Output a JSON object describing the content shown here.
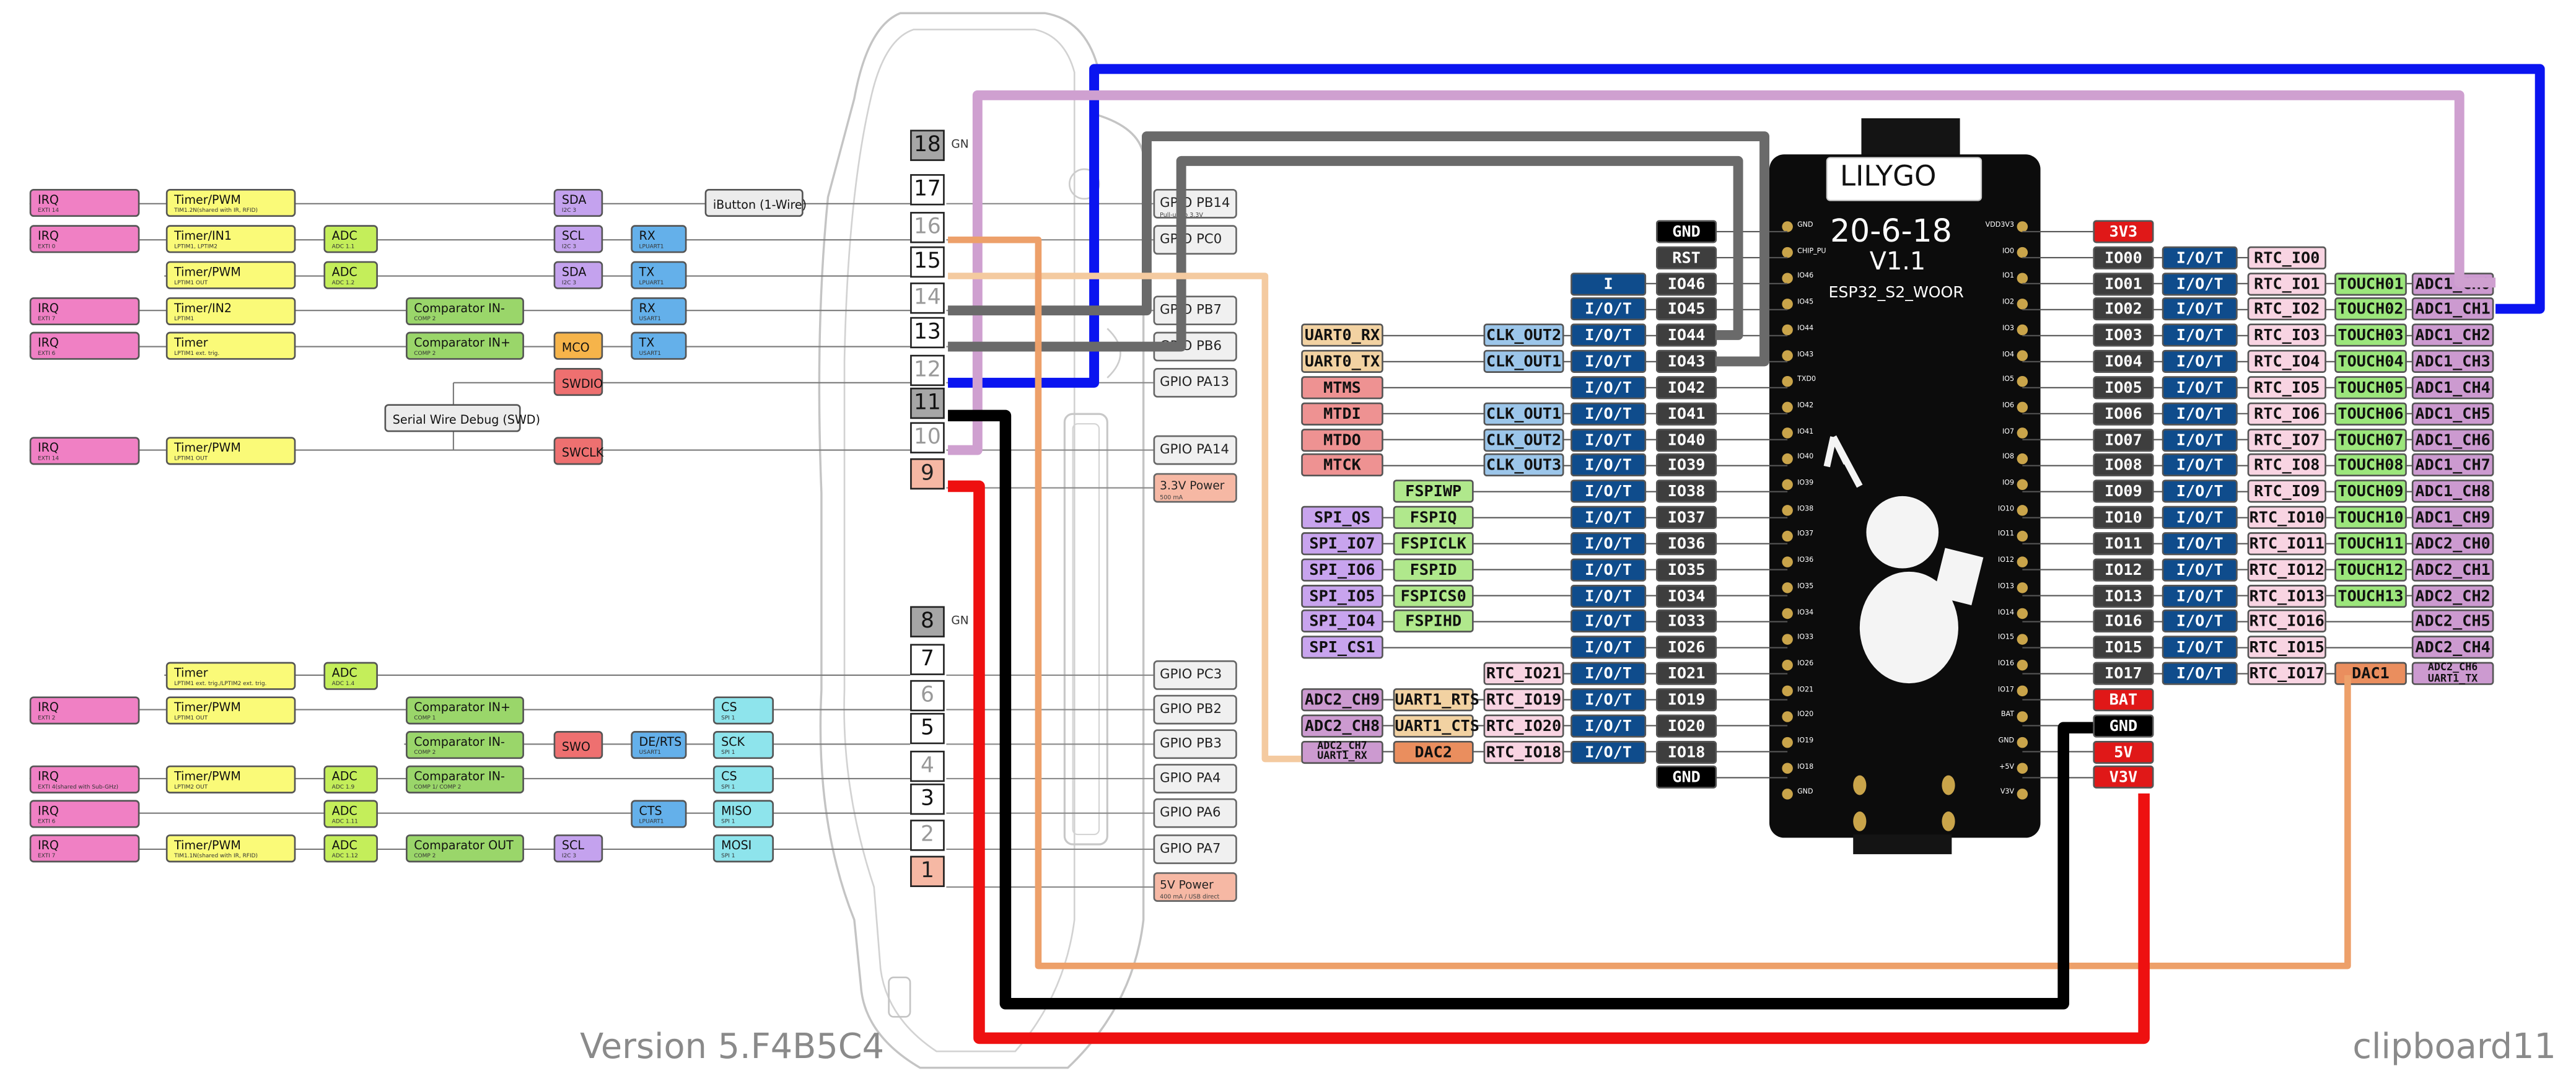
{
  "footer": {
    "version": "Version 5.F4B5C4",
    "clipboard": "clipboard11"
  },
  "flipper": {
    "pins": [
      {
        "num": "18",
        "kind": "gnd",
        "suffix": "GN"
      },
      {
        "num": "17",
        "kind": "normal"
      },
      {
        "num": "16",
        "kind": "dim"
      },
      {
        "num": "15",
        "kind": "normal"
      },
      {
        "num": "14",
        "kind": "dim"
      },
      {
        "num": "13",
        "kind": "normal"
      },
      {
        "num": "12",
        "kind": "dim"
      },
      {
        "num": "11",
        "kind": "gnd"
      },
      {
        "num": "10",
        "kind": "dim"
      },
      {
        "num": "9",
        "kind": "pw"
      },
      {
        "num": "8",
        "kind": "gnd",
        "suffix": "GN"
      },
      {
        "num": "7",
        "kind": "normal"
      },
      {
        "num": "6",
        "kind": "dim"
      },
      {
        "num": "5",
        "kind": "normal"
      },
      {
        "num": "4",
        "kind": "dim"
      },
      {
        "num": "3",
        "kind": "normal"
      },
      {
        "num": "2",
        "kind": "dim"
      },
      {
        "num": "1",
        "kind": "pw"
      }
    ],
    "gpio_labels": [
      {
        "text": "GPIO PB14",
        "sub": "Pull-up to 3.3V"
      },
      {
        "text": "GPIO PC0",
        "sub": ""
      },
      {
        "text": "GPIO PB7",
        "sub": ""
      },
      {
        "text": "GPIO PB6",
        "sub": ""
      },
      {
        "text": "GPIO PA13",
        "sub": ""
      },
      {
        "text": "GPIO PA14",
        "sub": ""
      },
      {
        "text": "3.3V Power",
        "sub": "500 mA",
        "power": true
      },
      {
        "text": "GPIO PC3",
        "sub": ""
      },
      {
        "text": "GPIO PB2",
        "sub": ""
      },
      {
        "text": "GPIO PB3",
        "sub": ""
      },
      {
        "text": "GPIO PA4",
        "sub": ""
      },
      {
        "text": "GPIO PA6",
        "sub": ""
      },
      {
        "text": "GPIO PA7",
        "sub": ""
      },
      {
        "text": "5V Power",
        "sub": "400 mA / USB direct",
        "power": true
      }
    ],
    "function_labels": [
      {
        "cls": "irq",
        "text": "IRQ",
        "sub": "EXTI 14"
      },
      {
        "cls": "tim",
        "text": "Timer/PWM",
        "sub": "TIM1.2N(shared with IR, RFID)"
      },
      {
        "cls": "i2c",
        "text": "SDA",
        "sub": "I2C 3"
      },
      {
        "cls": "gry",
        "text": "iButton (1-Wire)",
        "sub": ""
      },
      {
        "cls": "irq",
        "text": "IRQ",
        "sub": "EXTI 0"
      },
      {
        "cls": "tim",
        "text": "Timer/IN1",
        "sub": "LPTIM1, LPTIM2"
      },
      {
        "cls": "adc",
        "text": "ADC",
        "sub": "ADC 1.1"
      },
      {
        "cls": "i2c",
        "text": "SCL",
        "sub": "I2C 3"
      },
      {
        "cls": "uart",
        "text": "RX",
        "sub": "LPUART1"
      },
      {
        "cls": "tim",
        "text": "Timer/PWM",
        "sub": "LPTIM1 OUT"
      },
      {
        "cls": "adc",
        "text": "ADC",
        "sub": "ADC 1.2"
      },
      {
        "cls": "i2c",
        "text": "SDA",
        "sub": "I2C 3"
      },
      {
        "cls": "uart",
        "text": "TX",
        "sub": "LPUART1"
      },
      {
        "cls": "irq",
        "text": "IRQ",
        "sub": "EXTI 7"
      },
      {
        "cls": "tim",
        "text": "Timer/IN2",
        "sub": "LPTIM1"
      },
      {
        "cls": "cmp",
        "text": "Comparator IN-",
        "sub": "COMP 2"
      },
      {
        "cls": "uart",
        "text": "RX",
        "sub": "USART1"
      },
      {
        "cls": "irq",
        "text": "IRQ",
        "sub": "EXTI 6"
      },
      {
        "cls": "tim",
        "text": "Timer",
        "sub": "LPTIM1 ext. trig."
      },
      {
        "cls": "cmp",
        "text": "Comparator IN+",
        "sub": "COMP 2"
      },
      {
        "cls": "mco",
        "text": "MCO",
        "sub": ""
      },
      {
        "cls": "uart",
        "text": "TX",
        "sub": "USART1"
      },
      {
        "cls": "swd",
        "text": "SWDIO",
        "sub": ""
      },
      {
        "cls": "gry",
        "text": "Serial Wire Debug (SWD)",
        "sub": ""
      },
      {
        "cls": "irq",
        "text": "IRQ",
        "sub": "EXTI 14"
      },
      {
        "cls": "tim",
        "text": "Timer/PWM",
        "sub": "LPTIM1 OUT"
      },
      {
        "cls": "swd",
        "text": "SWCLK",
        "sub": ""
      },
      {
        "cls": "tim",
        "text": "Timer",
        "sub": "LPTIM1 ext. trig./LPTIM2 ext. trig."
      },
      {
        "cls": "adc",
        "text": "ADC",
        "sub": "ADC 1.4"
      },
      {
        "cls": "irq",
        "text": "IRQ",
        "sub": "EXTI 2"
      },
      {
        "cls": "tim",
        "text": "Timer/PWM",
        "sub": "LPTIM1 OUT"
      },
      {
        "cls": "cmp",
        "text": "Comparator IN+",
        "sub": "COMP 1"
      },
      {
        "cls": "spi",
        "text": "CS",
        "sub": "SPI 1"
      },
      {
        "cls": "cmp",
        "text": "Comparator IN-",
        "sub": "COMP 2"
      },
      {
        "cls": "swd",
        "text": "SWO",
        "sub": ""
      },
      {
        "cls": "uart",
        "text": "DE/RTS",
        "sub": "USART1"
      },
      {
        "cls": "spi",
        "text": "SCK",
        "sub": "SPI 1"
      },
      {
        "cls": "irq",
        "text": "IRQ",
        "sub": "EXTI 4(shared with Sub-GHz)"
      },
      {
        "cls": "tim",
        "text": "Timer/PWM",
        "sub": "LPTIM2 OUT"
      },
      {
        "cls": "adc",
        "text": "ADC",
        "sub": "ADC 1.9"
      },
      {
        "cls": "cmp",
        "text": "Comparator IN-",
        "sub": "COMP 1/ COMP 2"
      },
      {
        "cls": "spi",
        "text": "CS",
        "sub": "SPI 1"
      },
      {
        "cls": "irq",
        "text": "IRQ",
        "sub": "EXTI 6"
      },
      {
        "cls": "adc",
        "text": "ADC",
        "sub": "ADC 1.11"
      },
      {
        "cls": "uart",
        "text": "CTS",
        "sub": "LPUART1"
      },
      {
        "cls": "spi",
        "text": "MISO",
        "sub": "SPI 1"
      },
      {
        "cls": "irq",
        "text": "IRQ",
        "sub": "EXTI 7"
      },
      {
        "cls": "tim",
        "text": "Timer/PWM",
        "sub": "TIM1.1N(shared with IR, RFID)"
      },
      {
        "cls": "adc",
        "text": "ADC",
        "sub": "ADC 1.12"
      },
      {
        "cls": "cmp",
        "text": "Comparator OUT",
        "sub": "COMP 2"
      },
      {
        "cls": "i2c",
        "text": "SCL",
        "sub": "I2C 3"
      },
      {
        "cls": "spi",
        "text": "MOSI",
        "sub": "SPI 1"
      }
    ]
  },
  "board": {
    "brand": "LILYGO",
    "title": "20-6-18",
    "version": "V1.1",
    "model": "ESP32_S2_WOOR",
    "left_silk": [
      "GND",
      "CHIP_PU",
      "IO46",
      "IO45",
      "IO44",
      "IO43",
      "TXD0",
      "IO42",
      "IO41",
      "IO40",
      "IO39",
      "IO38",
      "IO37",
      "IO36",
      "IO35",
      "IO34",
      "IO33",
      "IO26",
      "IO21",
      "IO20",
      "IO19",
      "IO18",
      "GND"
    ],
    "right_silk": [
      "VDD3V3",
      "IO0",
      "IO1",
      "IO2",
      "IO3",
      "IO4",
      "IO5",
      "IO6",
      "IO7",
      "IO8",
      "IO9",
      "IO10",
      "IO11",
      "IO12",
      "IO13",
      "IO14",
      "IO15",
      "IO16",
      "IO17",
      "BAT",
      "GND",
      "+5V",
      "V3V"
    ]
  },
  "esp_left": [
    {
      "pin": "GND",
      "pcls": "gnd"
    },
    {
      "pin": "RST",
      "pcls": "rst"
    },
    {
      "pin": "IO46",
      "pcls": "io",
      "tags": [
        {
          "t": "I",
          "c": "iot"
        }
      ]
    },
    {
      "pin": "IO45",
      "pcls": "io",
      "tags": [
        {
          "t": "I/O/T",
          "c": "iot"
        }
      ]
    },
    {
      "pin": "IO44",
      "pcls": "io",
      "tags": [
        {
          "t": "I/O/T",
          "c": "iot"
        },
        {
          "t": "CLK_OUT2",
          "c": "clk"
        },
        {
          "t": "UART0_RX",
          "c": "uart0"
        }
      ]
    },
    {
      "pin": "IO43",
      "pcls": "io",
      "tags": [
        {
          "t": "I/O/T",
          "c": "iot"
        },
        {
          "t": "CLK_OUT1",
          "c": "clk"
        },
        {
          "t": "UART0_TX",
          "c": "uart0"
        }
      ]
    },
    {
      "pin": "IO42",
      "pcls": "io",
      "tags": [
        {
          "t": "I/O/T",
          "c": "iot"
        },
        {
          "t": "MTMS",
          "c": "mt"
        }
      ]
    },
    {
      "pin": "IO41",
      "pcls": "io",
      "tags": [
        {
          "t": "I/O/T",
          "c": "iot"
        },
        {
          "t": "CLK_OUT1",
          "c": "clk"
        },
        {
          "t": "MTDI",
          "c": "mt"
        }
      ]
    },
    {
      "pin": "IO40",
      "pcls": "io",
      "tags": [
        {
          "t": "I/O/T",
          "c": "iot"
        },
        {
          "t": "CLK_OUT2",
          "c": "clk"
        },
        {
          "t": "MTDO",
          "c": "mt"
        }
      ]
    },
    {
      "pin": "IO39",
      "pcls": "io",
      "tags": [
        {
          "t": "I/O/T",
          "c": "iot"
        },
        {
          "t": "CLK_OUT3",
          "c": "clk"
        },
        {
          "t": "MTCK",
          "c": "mt"
        }
      ]
    },
    {
      "pin": "IO38",
      "pcls": "io",
      "tags": [
        {
          "t": "I/O/T",
          "c": "iot"
        },
        {
          "t": "FSPIWP",
          "c": "fsp"
        }
      ]
    },
    {
      "pin": "IO37",
      "pcls": "io",
      "tags": [
        {
          "t": "I/O/T",
          "c": "iot"
        },
        {
          "t": "FSPIQ",
          "c": "fsp"
        },
        {
          "t": "SPI_QS",
          "c": "spi"
        }
      ]
    },
    {
      "pin": "IO36",
      "pcls": "io",
      "tags": [
        {
          "t": "I/O/T",
          "c": "iot"
        },
        {
          "t": "FSPICLK",
          "c": "fsp"
        },
        {
          "t": "SPI_IO7",
          "c": "spi"
        }
      ]
    },
    {
      "pin": "IO35",
      "pcls": "io",
      "tags": [
        {
          "t": "I/O/T",
          "c": "iot"
        },
        {
          "t": "FSPID",
          "c": "fsp"
        },
        {
          "t": "SPI_IO6",
          "c": "spi"
        }
      ]
    },
    {
      "pin": "IO34",
      "pcls": "io",
      "tags": [
        {
          "t": "I/O/T",
          "c": "iot"
        },
        {
          "t": "FSPICS0",
          "c": "fsp"
        },
        {
          "t": "SPI_IO5",
          "c": "spi"
        }
      ]
    },
    {
      "pin": "IO33",
      "pcls": "io",
      "tags": [
        {
          "t": "I/O/T",
          "c": "iot"
        },
        {
          "t": "FSPIHD",
          "c": "fsp"
        },
        {
          "t": "SPI_IO4",
          "c": "spi"
        }
      ]
    },
    {
      "pin": "IO26",
      "pcls": "io",
      "tags": [
        {
          "t": "I/O/T",
          "c": "iot"
        },
        {
          "t": "SPI_CS1",
          "c": "spi"
        }
      ]
    },
    {
      "pin": "IO21",
      "pcls": "io",
      "tags": [
        {
          "t": "I/O/T",
          "c": "iot"
        },
        {
          "t": "RTC_IO21",
          "c": "rtc"
        }
      ]
    },
    {
      "pin": "IO19",
      "pcls": "io",
      "tags": [
        {
          "t": "I/O/T",
          "c": "iot"
        },
        {
          "t": "RTC_IO19",
          "c": "rtc"
        },
        {
          "t": "UART1_RTS",
          "c": "uart1"
        },
        {
          "t": "ADC2_CH9",
          "c": "adc1"
        }
      ]
    },
    {
      "pin": "IO20",
      "pcls": "io",
      "tags": [
        {
          "t": "I/O/T",
          "c": "iot"
        },
        {
          "t": "RTC_IO20",
          "c": "rtc"
        },
        {
          "t": "UART1_CTS",
          "c": "uart1"
        },
        {
          "t": "ADC2_CH8",
          "c": "adc1"
        }
      ]
    },
    {
      "pin": "IO18",
      "pcls": "io",
      "tags": [
        {
          "t": "I/O/T",
          "c": "iot"
        },
        {
          "t": "RTC_IO18",
          "c": "rtc"
        },
        {
          "t": "DAC2",
          "c": "dac"
        },
        {
          "t": "ADC2_CH7",
          "t2": "UART1_RX",
          "c": "adc2s"
        }
      ]
    },
    {
      "pin": "GND",
      "pcls": "gnd"
    }
  ],
  "esp_right": [
    {
      "pin": "3V3",
      "pcls": "v33"
    },
    {
      "pin": "IO00",
      "pcls": "io",
      "tags": [
        {
          "t": "I/O/T",
          "c": "iot"
        },
        {
          "t": "RTC_IO0",
          "c": "rtc"
        }
      ]
    },
    {
      "pin": "IO01",
      "pcls": "io",
      "tags": [
        {
          "t": "I/O/T",
          "c": "iot"
        },
        {
          "t": "RTC_IO1",
          "c": "rtc"
        },
        {
          "t": "TOUCH01",
          "c": "tch"
        },
        {
          "t": "ADC1_CH0",
          "c": "adc1"
        }
      ]
    },
    {
      "pin": "IO02",
      "pcls": "io",
      "tags": [
        {
          "t": "I/O/T",
          "c": "iot"
        },
        {
          "t": "RTC_IO2",
          "c": "rtc"
        },
        {
          "t": "TOUCH02",
          "c": "tch"
        },
        {
          "t": "ADC1_CH1",
          "c": "adc1"
        }
      ]
    },
    {
      "pin": "IO03",
      "pcls": "io",
      "tags": [
        {
          "t": "I/O/T",
          "c": "iot"
        },
        {
          "t": "RTC_IO3",
          "c": "rtc"
        },
        {
          "t": "TOUCH03",
          "c": "tch"
        },
        {
          "t": "ADC1_CH2",
          "c": "adc1"
        }
      ]
    },
    {
      "pin": "IO04",
      "pcls": "io",
      "tags": [
        {
          "t": "I/O/T",
          "c": "iot"
        },
        {
          "t": "RTC_IO4",
          "c": "rtc"
        },
        {
          "t": "TOUCH04",
          "c": "tch"
        },
        {
          "t": "ADC1_CH3",
          "c": "adc1"
        }
      ]
    },
    {
      "pin": "IO05",
      "pcls": "io",
      "tags": [
        {
          "t": "I/O/T",
          "c": "iot"
        },
        {
          "t": "RTC_IO5",
          "c": "rtc"
        },
        {
          "t": "TOUCH05",
          "c": "tch"
        },
        {
          "t": "ADC1_CH4",
          "c": "adc1"
        }
      ]
    },
    {
      "pin": "IO06",
      "pcls": "io",
      "tags": [
        {
          "t": "I/O/T",
          "c": "iot"
        },
        {
          "t": "RTC_IO6",
          "c": "rtc"
        },
        {
          "t": "TOUCH06",
          "c": "tch"
        },
        {
          "t": "ADC1_CH5",
          "c": "adc1"
        }
      ]
    },
    {
      "pin": "IO07",
      "pcls": "io",
      "tags": [
        {
          "t": "I/O/T",
          "c": "iot"
        },
        {
          "t": "RTC_IO7",
          "c": "rtc"
        },
        {
          "t": "TOUCH07",
          "c": "tch"
        },
        {
          "t": "ADC1_CH6",
          "c": "adc1"
        }
      ]
    },
    {
      "pin": "IO08",
      "pcls": "io",
      "tags": [
        {
          "t": "I/O/T",
          "c": "iot"
        },
        {
          "t": "RTC_IO8",
          "c": "rtc"
        },
        {
          "t": "TOUCH08",
          "c": "tch"
        },
        {
          "t": "ADC1_CH7",
          "c": "adc1"
        }
      ]
    },
    {
      "pin": "IO09",
      "pcls": "io",
      "tags": [
        {
          "t": "I/O/T",
          "c": "iot"
        },
        {
          "t": "RTC_IO9",
          "c": "rtc"
        },
        {
          "t": "TOUCH09",
          "c": "tch"
        },
        {
          "t": "ADC1_CH8",
          "c": "adc1"
        }
      ]
    },
    {
      "pin": "IO10",
      "pcls": "io",
      "tags": [
        {
          "t": "I/O/T",
          "c": "iot"
        },
        {
          "t": "RTC_IO10",
          "c": "rtc"
        },
        {
          "t": "TOUCH10",
          "c": "tch"
        },
        {
          "t": "ADC1_CH9",
          "c": "adc1"
        }
      ]
    },
    {
      "pin": "IO11",
      "pcls": "io",
      "tags": [
        {
          "t": "I/O/T",
          "c": "iot"
        },
        {
          "t": "RTC_IO11",
          "c": "rtc"
        },
        {
          "t": "TOUCH11",
          "c": "tch"
        },
        {
          "t": "ADC2_CH0",
          "c": "adc1"
        }
      ]
    },
    {
      "pin": "IO12",
      "pcls": "io",
      "tags": [
        {
          "t": "I/O/T",
          "c": "iot"
        },
        {
          "t": "RTC_IO12",
          "c": "rtc"
        },
        {
          "t": "TOUCH12",
          "c": "tch"
        },
        {
          "t": "ADC2_CH1",
          "c": "adc1"
        }
      ]
    },
    {
      "pin": "IO13",
      "pcls": "io",
      "tags": [
        {
          "t": "I/O/T",
          "c": "iot"
        },
        {
          "t": "RTC_IO13",
          "c": "rtc"
        },
        {
          "t": "TOUCH13",
          "c": "tch"
        },
        {
          "t": "ADC2_CH2",
          "c": "adc1"
        }
      ]
    },
    {
      "pin": "IO16",
      "pcls": "io",
      "tags": [
        {
          "t": "I/O/T",
          "c": "iot"
        },
        {
          "t": "RTC_IO16",
          "c": "rtc"
        },
        {
          "t": "",
          "c": "none"
        },
        {
          "t": "ADC2_CH5",
          "c": "adc1"
        }
      ]
    },
    {
      "pin": "IO15",
      "pcls": "io",
      "tags": [
        {
          "t": "I/O/T",
          "c": "iot"
        },
        {
          "t": "RTC_IO15",
          "c": "rtc"
        },
        {
          "t": "",
          "c": "none"
        },
        {
          "t": "ADC2_CH4",
          "c": "adc1"
        }
      ]
    },
    {
      "pin": "IO17",
      "pcls": "io",
      "tags": [
        {
          "t": "I/O/T",
          "c": "iot"
        },
        {
          "t": "RTC_IO17",
          "c": "rtc"
        },
        {
          "t": "DAC1",
          "c": "dac"
        },
        {
          "t": "ADC2_CH6",
          "t2": "UART1_TX",
          "c": "adc2s"
        }
      ]
    },
    {
      "pin": "BAT",
      "pcls": "pwr"
    },
    {
      "pin": "GND",
      "pcls": "gnd"
    },
    {
      "pin": "5V",
      "pcls": "pwr"
    },
    {
      "pin": "V3V",
      "pcls": "pwr"
    }
  ],
  "colors": {
    "wire_blue": "#0a14f0",
    "wire_pink": "#cfa0d0",
    "wire_grey": "#6a6a6a",
    "wire_peach": "#f4caa0",
    "wire_orange": "#eda06a",
    "wire_black": "#000000",
    "wire_red": "#ee1010"
  }
}
